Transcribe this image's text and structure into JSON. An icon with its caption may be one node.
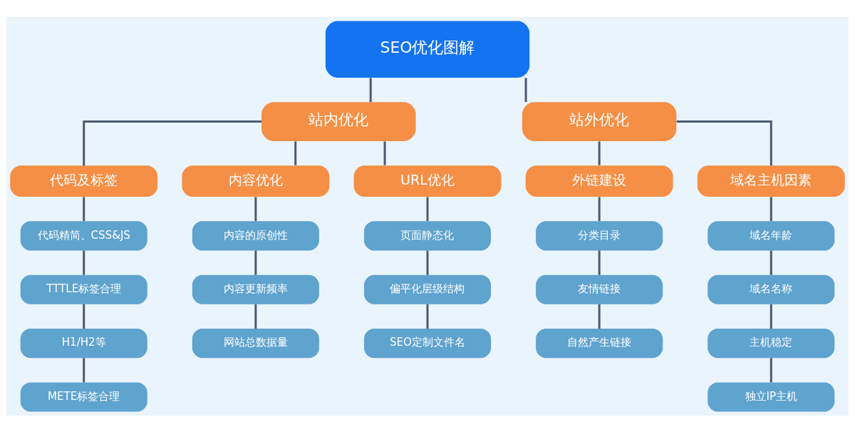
{
  "diagram": {
    "nodes": [
      {
        "text": [
          "SEO优化图解"
        ]
      },
      {
        "text": [
          "站内优化"
        ]
      },
      {
        "text": [
          "站外优化"
        ]
      },
      {
        "text": [
          "代码及标签"
        ]
      },
      {
        "text": [
          "内容优化"
        ]
      },
      {
        "text": [
          "URL优化"
        ]
      },
      {
        "text": [
          "外链建设"
        ]
      },
      {
        "text": [
          "域名主机因素"
        ]
      },
      {
        "text": [
          "代码精简、CSS&JS"
        ]
      },
      {
        "text": [
          "TTTLE标签合理"
        ]
      },
      {
        "text": [
          "H1/H2等"
        ]
      },
      {
        "text": [
          "METE标签合理"
        ]
      },
      {
        "text": [
          "内容的原创性"
        ]
      },
      {
        "text": [
          "内容更新频率"
        ]
      },
      {
        "text": [
          "网站总数据量"
        ]
      },
      {
        "text": [
          "页面静态化"
        ]
      },
      {
        "text": [
          "偏平化层级结构"
        ]
      },
      {
        "text": [
          "SEO定制文件名"
        ]
      },
      {
        "text": [
          "分类目录"
        ]
      },
      {
        "text": [
          "友情链接"
        ]
      },
      {
        "text": [
          "自然产生链接"
        ]
      },
      {
        "text": [
          "域名年龄"
        ]
      },
      {
        "text": [
          "域名名称"
        ]
      },
      {
        "text": [
          "主机稳定"
        ]
      },
      {
        "text": [
          "独立IP主机"
        ]
      }
    ],
    "edges": [
      {
        "from": 0,
        "to": 1,
        "arrow": "none"
      },
      {
        "from": 0,
        "to": 2,
        "arrow": "none"
      },
      {
        "from": 1,
        "to": 3,
        "arrow": "none"
      },
      {
        "from": 1,
        "to": 4,
        "arrow": "none"
      },
      {
        "from": 1,
        "to": 5,
        "arrow": "none"
      },
      {
        "from": 2,
        "to": 6,
        "arrow": "none"
      },
      {
        "from": 2,
        "to": 7,
        "arrow": "none"
      },
      {
        "from": 3,
        "to": 8,
        "arrow": "none"
      },
      {
        "from": 8,
        "to": 9,
        "arrow": "none"
      },
      {
        "from": 9,
        "to": 10,
        "arrow": "none"
      },
      {
        "from": 10,
        "to": 11,
        "arrow": "none"
      },
      {
        "from": 4,
        "to": 12,
        "arrow": "none"
      },
      {
        "from": 12,
        "to": 13,
        "arrow": "none"
      },
      {
        "from": 13,
        "to": 14,
        "arrow": "none"
      },
      {
        "from": 5,
        "to": 15,
        "arrow": "none"
      },
      {
        "from": 15,
        "to": 16,
        "arrow": "none"
      },
      {
        "from": 16,
        "to": 17,
        "arrow": "none"
      },
      {
        "from": 6,
        "to": 18,
        "arrow": "none"
      },
      {
        "from": 18,
        "to": 19,
        "arrow": "none"
      },
      {
        "from": 19,
        "to": 20,
        "arrow": "none"
      },
      {
        "from": 7,
        "to": 21,
        "arrow": "none"
      },
      {
        "from": 21,
        "to": 22,
        "arrow": "none"
      },
      {
        "from": 22,
        "to": 23,
        "arrow": "none"
      },
      {
        "from": 23,
        "to": 24,
        "arrow": "none"
      }
    ]
  }
}
